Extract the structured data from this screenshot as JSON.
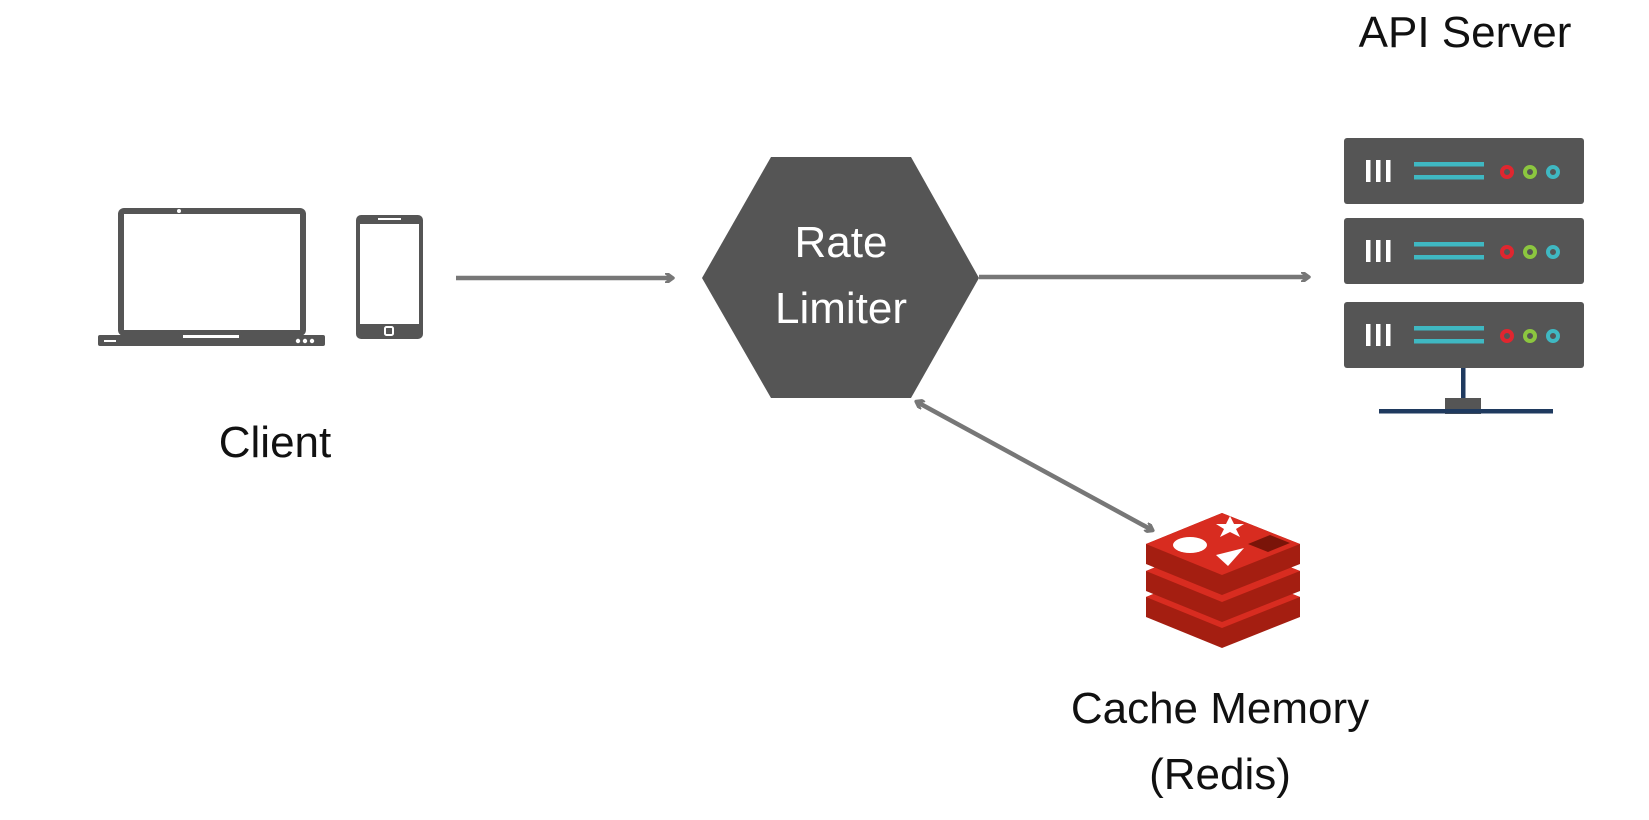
{
  "nodes": {
    "client": {
      "label": "Client"
    },
    "rate_limiter": {
      "label_line1": "Rate",
      "label_line2": "Limiter"
    },
    "api_server": {
      "label": "API Server"
    },
    "cache": {
      "label_line1": "Cache Memory",
      "label_line2": "(Redis)"
    }
  },
  "edges": [
    {
      "from": "client",
      "to": "rate_limiter",
      "direction": "one-way"
    },
    {
      "from": "rate_limiter",
      "to": "api_server",
      "direction": "one-way"
    },
    {
      "from": "rate_limiter",
      "to": "cache",
      "direction": "two-way"
    }
  ],
  "colors": {
    "icon_gray": "#555555",
    "arrow_gray": "#777777",
    "server_stripe": "#3fb8c2",
    "led_red": "#e0262f",
    "led_green": "#8cc63f",
    "led_blue": "#3fb8c2",
    "server_base": "#1f3a5f",
    "redis_red": "#d82c20",
    "redis_dark": "#a41e11"
  }
}
